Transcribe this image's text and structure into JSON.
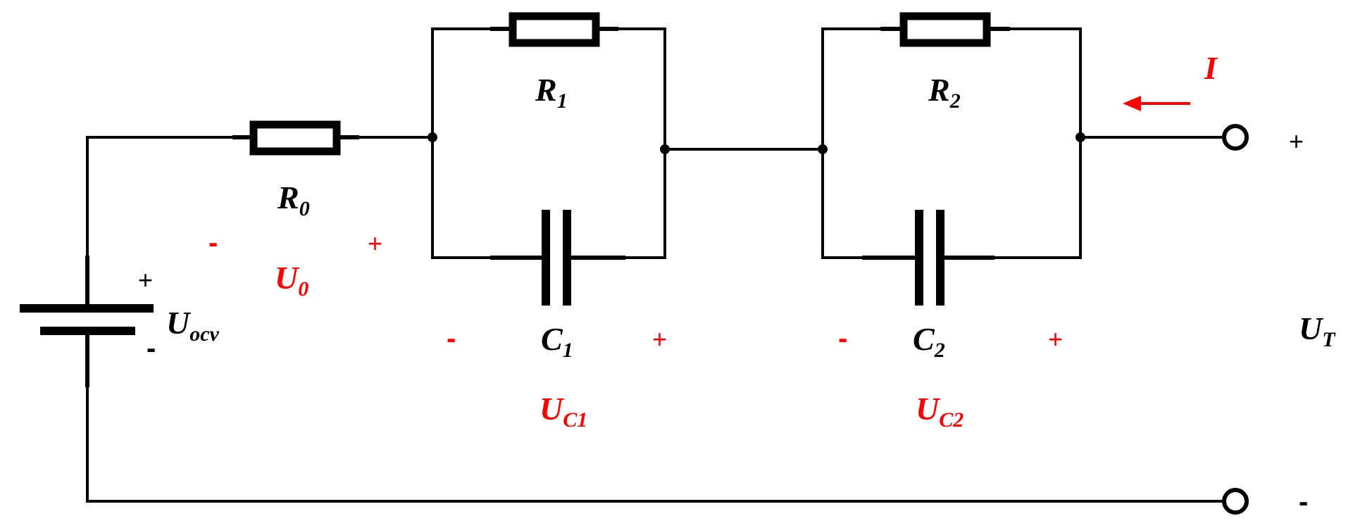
{
  "colors": {
    "ink": "#000000",
    "accent": "#ff0000",
    "background": "#ffffff"
  },
  "labels": {
    "R0": {
      "main": "R",
      "sub": "0"
    },
    "R1": {
      "main": "R",
      "sub": "1"
    },
    "R2": {
      "main": "R",
      "sub": "2"
    },
    "C1": {
      "main": "C",
      "sub": "1"
    },
    "C2": {
      "main": "C",
      "sub": "2"
    },
    "Uocv": {
      "main": "U",
      "sub": "ocv"
    },
    "UT": {
      "main": "U",
      "sub": "T"
    },
    "U0": {
      "main": "U",
      "sub": "0"
    },
    "UC1": {
      "main": "U",
      "sub": "C1"
    },
    "UC2": {
      "main": "U",
      "sub": "C2"
    },
    "I": "I"
  },
  "signs": {
    "plus": "+",
    "minus": "-"
  }
}
